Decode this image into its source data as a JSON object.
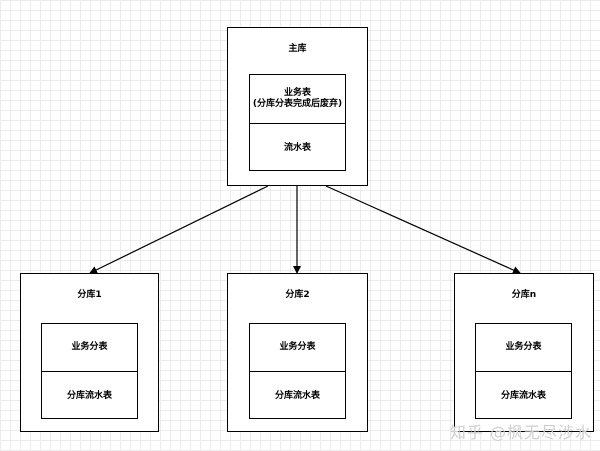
{
  "main_db": {
    "title": "主库",
    "business_table": "业务表",
    "business_table_note": "(分库分表完成后废弃)",
    "flow_table": "流水表"
  },
  "shards": [
    {
      "title": "分库1",
      "business_shard_table": "业务分表",
      "flow_table": "分库流水表"
    },
    {
      "title": "分库2",
      "business_shard_table": "业务分表",
      "flow_table": "分库流水表"
    },
    {
      "title": "分库n",
      "business_shard_table": "业务分表",
      "flow_table": "分库流水表"
    }
  ],
  "edges": [
    {
      "from": "主库",
      "to": "分库1"
    },
    {
      "from": "主库",
      "to": "分库2"
    },
    {
      "from": "主库",
      "to": "分库n"
    }
  ],
  "watermark": "知乎 @枫无尽涉水",
  "colors": {
    "line": "#000000",
    "grid": "#ececec",
    "watermark": "#cfcfcf"
  }
}
